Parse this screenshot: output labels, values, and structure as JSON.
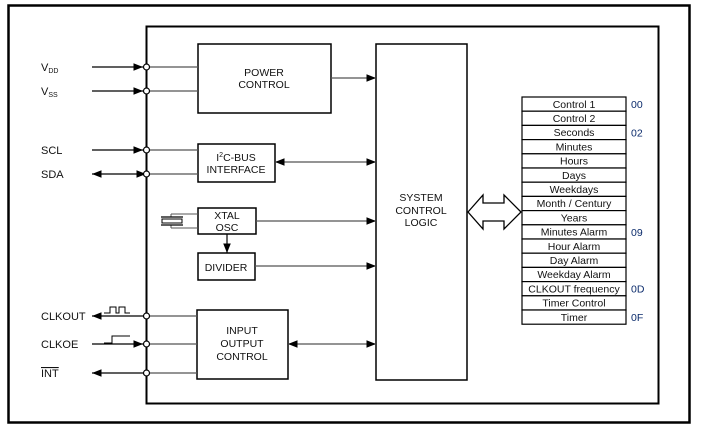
{
  "pins": [
    {
      "name": "V",
      "sub": "DD",
      "direction": "in"
    },
    {
      "name": "V",
      "sub": "SS",
      "direction": "in"
    },
    {
      "name": "SCL",
      "direction": "in"
    },
    {
      "name": "SDA",
      "direction": "bidirectional"
    },
    {
      "name": "CLKOUT",
      "direction": "out"
    },
    {
      "name": "CLKOE",
      "direction": "in"
    },
    {
      "name": "INT",
      "direction": "out",
      "overline": true
    }
  ],
  "blocks": {
    "power": [
      "POWER",
      "CONTROL"
    ],
    "i2c": {
      "prefix": "I",
      "sup": "2",
      "rest": "C-BUS",
      "line2": "INTERFACE"
    },
    "xtal": [
      "XTAL",
      "OSC"
    ],
    "divider": "DIVIDER",
    "io": [
      "INPUT",
      "OUTPUT",
      "CONTROL"
    ],
    "system": [
      "SYSTEM",
      "CONTROL",
      "LOGIC"
    ]
  },
  "registers": [
    {
      "label": "Control 1",
      "addr": "00"
    },
    {
      "label": "Control 2",
      "addr": ""
    },
    {
      "label": "Seconds",
      "addr": "02"
    },
    {
      "label": "Minutes",
      "addr": ""
    },
    {
      "label": "Hours",
      "addr": ""
    },
    {
      "label": "Days",
      "addr": ""
    },
    {
      "label": "Weekdays",
      "addr": ""
    },
    {
      "label": "Month / Century",
      "addr": ""
    },
    {
      "label": "Years",
      "addr": ""
    },
    {
      "label": "Minutes Alarm",
      "addr": "09"
    },
    {
      "label": "Hour Alarm",
      "addr": ""
    },
    {
      "label": "Day Alarm",
      "addr": ""
    },
    {
      "label": "Weekday Alarm",
      "addr": ""
    },
    {
      "label": "CLKOUT frequency",
      "addr": "0D"
    },
    {
      "label": "Timer Control",
      "addr": ""
    },
    {
      "label": "Timer",
      "addr": "0F"
    }
  ]
}
